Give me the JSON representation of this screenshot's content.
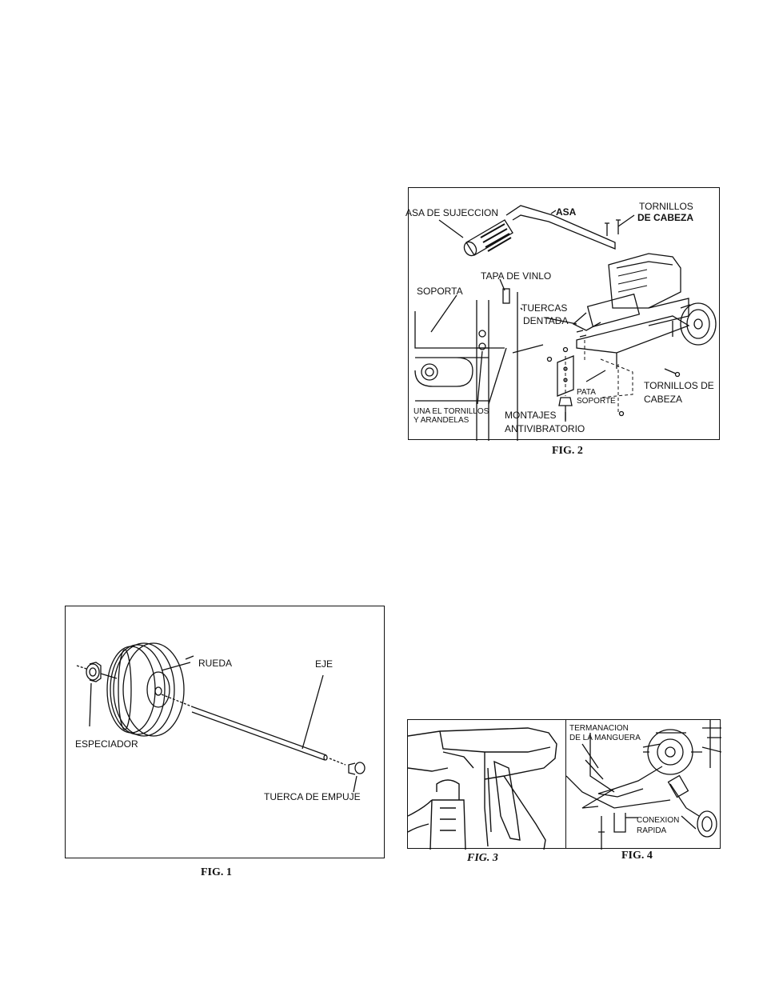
{
  "figures": {
    "fig1": {
      "caption": "FIG. 1",
      "labels": {
        "rueda": "RUEDA",
        "eje": "EJE",
        "especiador": "ESPECIADOR",
        "tuerca": "TUERCA DE EMPUJE"
      }
    },
    "fig2": {
      "caption": "FIG. 2",
      "labels": {
        "asa_sujeccion": "ASA DE SUJECCION",
        "asa": "ASA",
        "tornillos_1": "TORNILLOS",
        "cabeza_1": "DE CABEZA",
        "tapa": "TAPA DE VINLO",
        "soporta": "SOPORTA",
        "tuercas": "TUERCAS",
        "dentada": "DENTADA",
        "pata": "PATA",
        "soporte": "SOPORTE",
        "tornillos_2": "TORNILLOS DE",
        "cabeza_2": "CABEZA",
        "una": "UNA EL TORNILLOS",
        "arandelas": "Y ARANDELAS",
        "montajes": "MONTAJES",
        "antivibratorio": "ANTIVIBRATORIO"
      }
    },
    "fig3": {
      "caption": "FIG. 3"
    },
    "fig4": {
      "caption": "FIG. 4",
      "labels": {
        "termanacion": "TERMANACION",
        "manguera": "DE LA MANGUERA",
        "conexion": "CONEXION",
        "rapida": "RAPIDA"
      }
    }
  }
}
